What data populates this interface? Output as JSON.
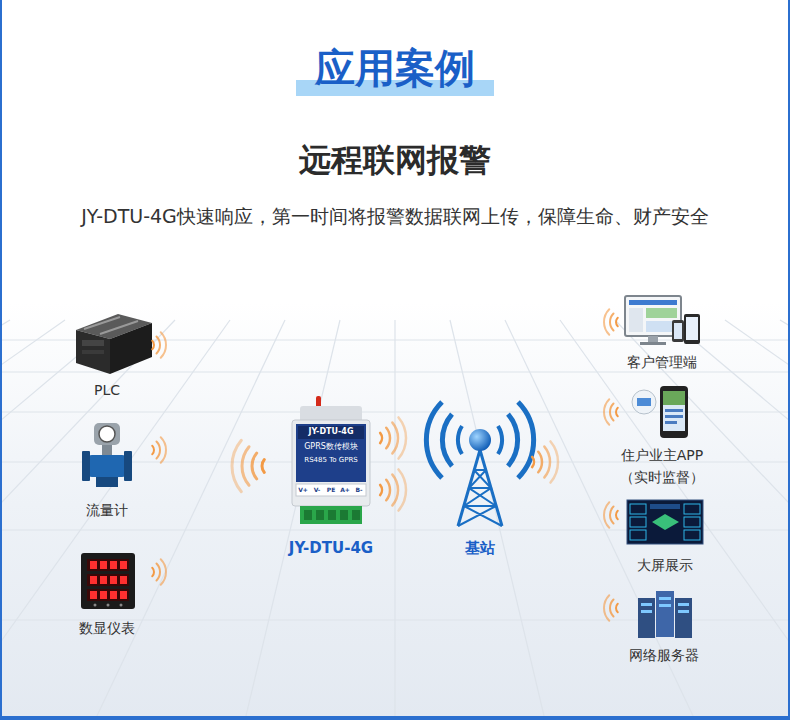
{
  "diagram": {
    "title": "应用案例",
    "nodes": [
      {
        "text": [
          "PLC"
        ]
      },
      {
        "text": [
          "流量计"
        ]
      },
      {
        "text": [
          "数显仪表"
        ]
      },
      {
        "text": [
          "JY-DTU-4G"
        ]
      },
      {
        "text": [
          "基站"
        ]
      },
      {
        "text": [
          "客户管理端"
        ]
      },
      {
        "text": [
          "住户业主APP （实时监督）"
        ]
      },
      {
        "text": [
          "大屏展示"
        ]
      },
      {
        "text": [
          "网络服务器"
        ]
      }
    ],
    "labels": [
      "远程联网报警",
      "JY-DTU-4G快速响应，第一时间将报警数据联网上传，保障生命、财产安全",
      "JY-DTU-4G",
      "GPRS数传模块",
      "RS485 To GPRS",
      "V+",
      "V-",
      "PE",
      "A+",
      "B-"
    ]
  }
}
